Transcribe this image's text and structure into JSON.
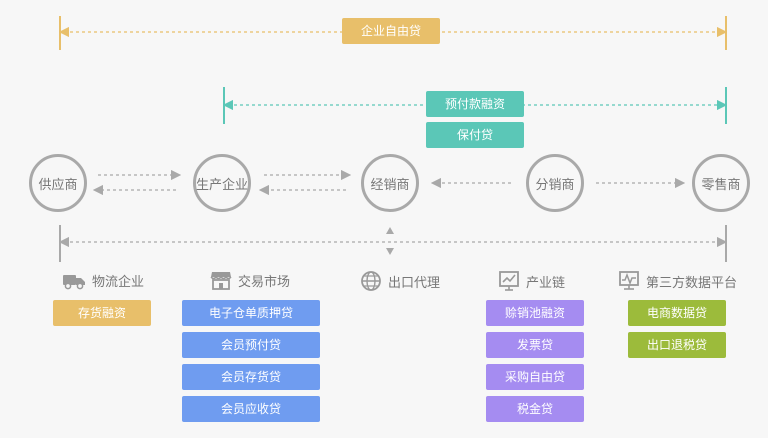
{
  "top_bar": {
    "label": "企业自由贷"
  },
  "mid_bar": {
    "labels": [
      "预付款融资",
      "保付贷"
    ]
  },
  "nodes": [
    "供应商",
    "生产企业",
    "经销商",
    "分销商",
    "零售商"
  ],
  "categories": {
    "logistics": {
      "label": "物流企业",
      "icon": "truck-icon",
      "items": [
        "存货融资"
      ]
    },
    "trade_market": {
      "label": "交易市场",
      "icon": "store-icon",
      "items": [
        "电子仓单质押贷",
        "会员预付贷",
        "会员存货贷",
        "会员应收贷"
      ]
    },
    "export_agent": {
      "label": "出口代理",
      "icon": "globe-icon",
      "items": []
    },
    "industry_chain": {
      "label": "产业链",
      "icon": "chart-board-icon",
      "items": [
        "赊销池融资",
        "发票贷",
        "采购自由贷",
        "税金贷"
      ]
    },
    "third_party_data": {
      "label": "第三方数据平台",
      "icon": "monitor-pulse-icon",
      "items": [
        "电商数据贷",
        "出口退税贷"
      ]
    }
  },
  "colors": {
    "gold": "#e8bf6a",
    "teal": "#5bc7b7",
    "blue": "#6f9cf0",
    "purple": "#a58cf1",
    "green": "#9cbb3b",
    "gray": "#a9a9a9"
  }
}
